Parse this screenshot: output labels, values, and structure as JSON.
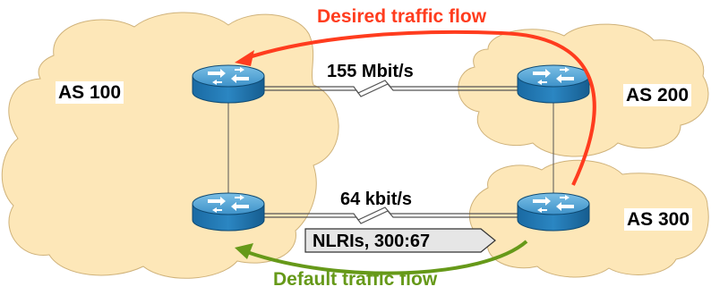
{
  "autonomous_systems": [
    {
      "id": "as100",
      "label": "AS 100"
    },
    {
      "id": "as200",
      "label": "AS 200"
    },
    {
      "id": "as300",
      "label": "AS 300"
    }
  ],
  "links": [
    {
      "id": "top-link",
      "label": "155 Mbit/s"
    },
    {
      "id": "bottom-link",
      "label": "64 kbit/s"
    }
  ],
  "announcement": {
    "label": "NLRIs, 300:67"
  },
  "flows": {
    "desired": {
      "label": "Desired traffic flow",
      "color": "#ff3c1e"
    },
    "default": {
      "label": "Default traffic flow",
      "color": "#669919"
    }
  },
  "colors": {
    "cloud_fill": "#fde7b8",
    "router_top": "#5aa8d6",
    "router_side": "#1f78b4",
    "link": "#555555"
  },
  "icons": [
    "cloud-icon",
    "router-icon",
    "serial-link-icon",
    "arrow-icon"
  ]
}
